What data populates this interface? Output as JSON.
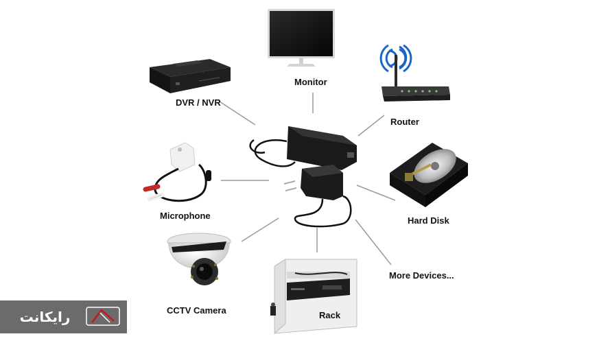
{
  "labels": {
    "monitor": "Monitor",
    "dvr": "DVR / NVR",
    "router": "Router",
    "microphone": "Microphone",
    "hard_disk": "Hard Disk",
    "more_devices": "More Devices...",
    "cctv_camera": "CCTV Camera",
    "rack": "Rack"
  },
  "logo": {
    "text": "رایکانت"
  },
  "colors": {
    "connector_line": "#9a9a9a",
    "device_dark": "#1c1c1c",
    "logo_bg": "#6d6a6b",
    "logo_text": "#ffffff",
    "logo_accent": "#c5161d"
  }
}
